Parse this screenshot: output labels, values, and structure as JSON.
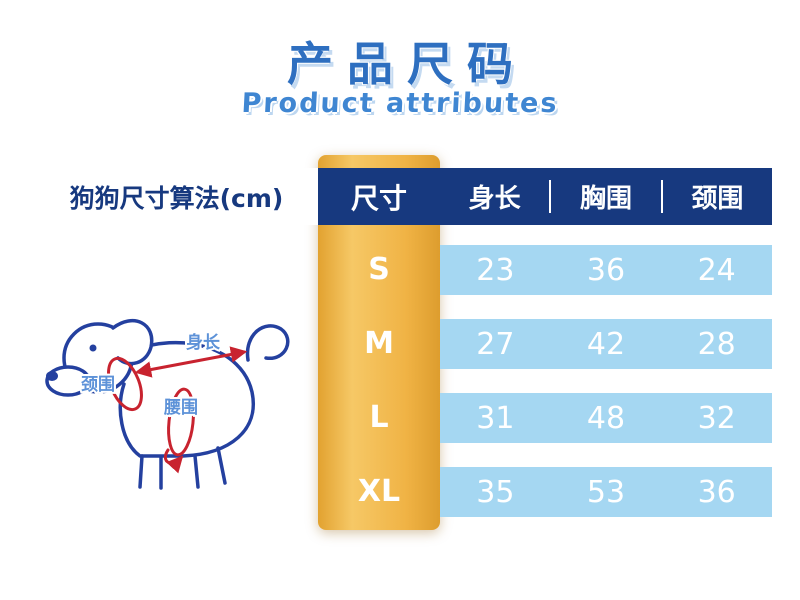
{
  "header": {
    "title": "产品尺码",
    "subtitle": "Product attributes"
  },
  "table": {
    "left_label": "狗狗尺寸算法(cm)",
    "size_header": "尺寸",
    "columns": [
      "身长",
      "胸围",
      "颈围"
    ],
    "rows": [
      {
        "size": "S",
        "values": [
          "23",
          "36",
          "24"
        ]
      },
      {
        "size": "M",
        "values": [
          "27",
          "42",
          "28"
        ]
      },
      {
        "size": "L",
        "values": [
          "31",
          "48",
          "32"
        ]
      },
      {
        "size": "XL",
        "values": [
          "35",
          "53",
          "36"
        ]
      }
    ]
  },
  "diagram": {
    "body_length_label": "身长",
    "neck_label": "颈围",
    "waist_label": "腰围"
  },
  "colors": {
    "navy": "#17397f",
    "orange": "#f0b345",
    "light_blue": "#a5d7f2",
    "title_blue": "#2e6fc0",
    "red": "#c8232f"
  },
  "chart_data": {
    "type": "table",
    "title": "产品尺码 / Product attributes",
    "unit": "cm",
    "columns": [
      "尺寸",
      "身长",
      "胸围",
      "颈围"
    ],
    "rows": [
      [
        "S",
        23,
        36,
        24
      ],
      [
        "M",
        27,
        42,
        28
      ],
      [
        "L",
        31,
        48,
        32
      ],
      [
        "XL",
        35,
        53,
        36
      ]
    ],
    "notes": "狗狗尺寸算法(cm); diagram labels: 身长(body length), 颈围(neck girth), 腰围(waist girth)"
  }
}
